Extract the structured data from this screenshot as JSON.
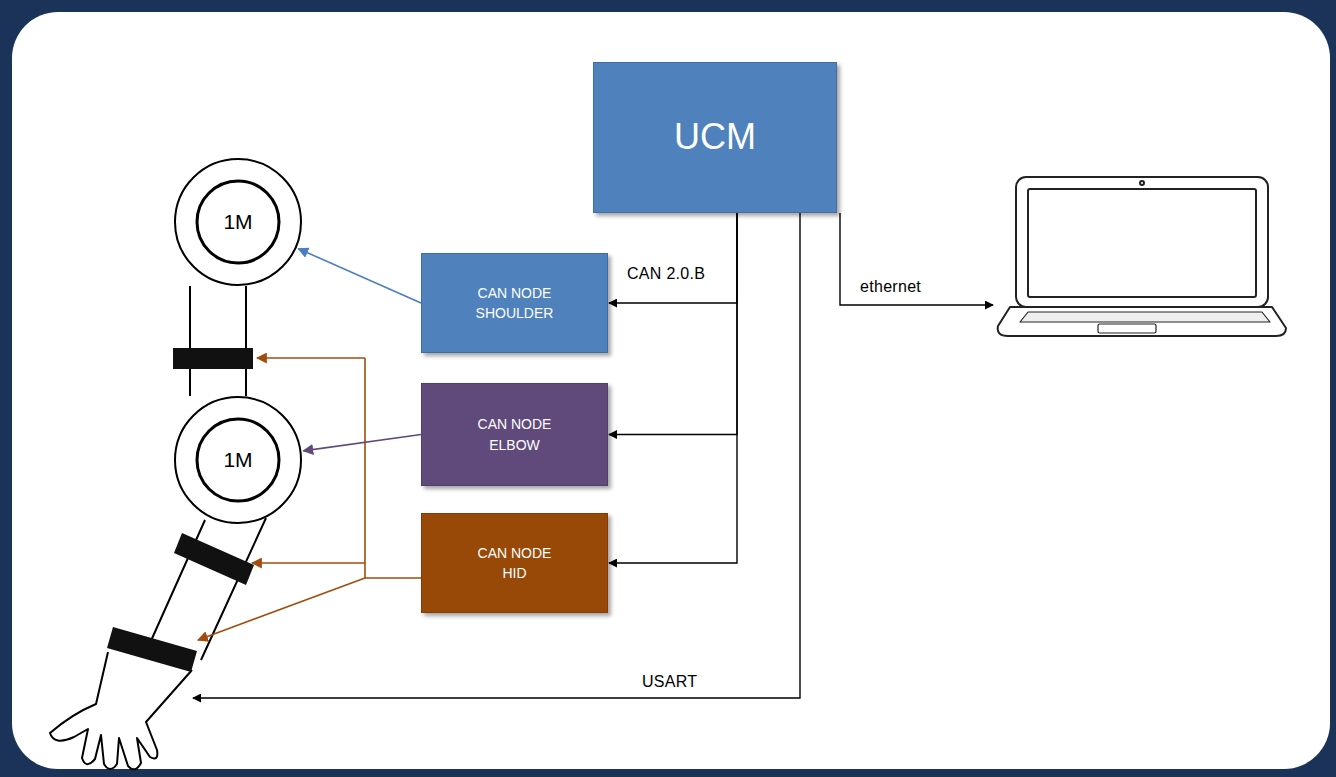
{
  "diagram": {
    "nodes": [
      {
        "text": [
          "UCM"
        ]
      },
      {
        "text": [
          "1M"
        ]
      },
      {
        "text": [
          "CAN NODE SHOULDER"
        ]
      },
      {
        "text": [
          "1M"
        ]
      },
      {
        "text": [
          "CAN NODE ELBOW"
        ]
      },
      {
        "text": [
          "CAN NODE HID"
        ]
      }
    ],
    "edges": [
      {
        "from": 0,
        "to": 2,
        "label": "CAN 2.0.B",
        "arrow": "to"
      },
      {
        "from": 0,
        "to": 4,
        "arrow": "to"
      },
      {
        "from": 0,
        "to": 5,
        "arrow": "to"
      },
      {
        "from": 2,
        "to": 1,
        "arrow": "to"
      },
      {
        "from": 4,
        "to": 3,
        "arrow": "to"
      }
    ],
    "labels": [
      "ethernet",
      "USART"
    ]
  }
}
